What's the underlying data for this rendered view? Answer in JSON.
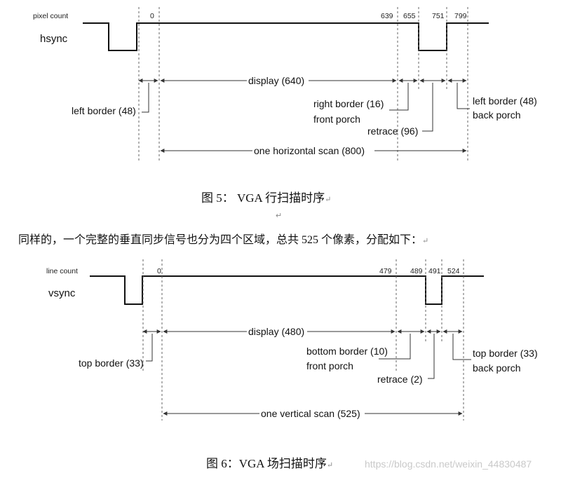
{
  "hsync": {
    "axis_label": "pixel count",
    "signal_label": "hsync",
    "ticks": [
      "0",
      "639",
      "655",
      "751",
      "799"
    ],
    "display": "display (640)",
    "left_border": "left border (48)",
    "right_border": "right border (16)",
    "front_porch": "front porch",
    "retrace": "retrace (96)",
    "left_border_back": "left border (48)",
    "back_porch": "back porch",
    "scan": "one horizontal scan (800)",
    "caption": "图 5：  VGA 行扫描时序"
  },
  "paragraph": "同样的，一个完整的垂直同步信号也分为四个区域，总共 525 个像素，分配如下：",
  "vsync": {
    "axis_label": "line count",
    "signal_label": "vsync",
    "ticks": [
      "0",
      "479",
      "489",
      "491",
      "524"
    ],
    "display": "display (480)",
    "top_border": "top border (33)",
    "bottom_border": "bottom border (10)",
    "front_porch": "front porch",
    "retrace": "retrace (2)",
    "top_border_back": "top border (33)",
    "back_porch": "back porch",
    "scan": "one vertical scan (525)",
    "caption": "图 6：VGA 场扫描时序"
  },
  "marks": {
    "return_mark": "↵",
    "blank_mark": "↵"
  },
  "watermark": "https://blog.csdn.net/weixin_44830487"
}
